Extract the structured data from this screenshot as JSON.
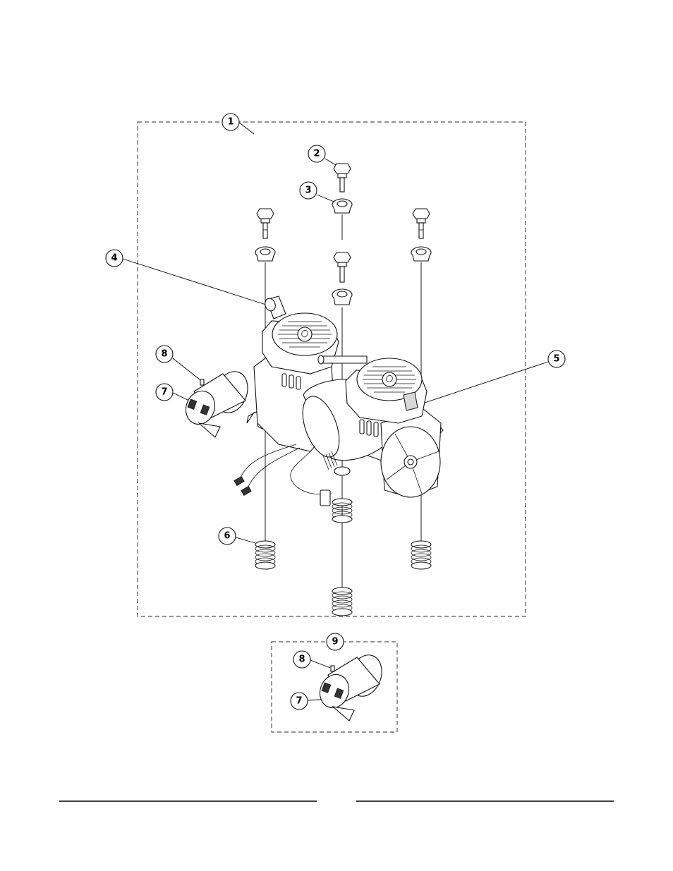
{
  "diagram": {
    "callouts": [
      {
        "id": "c1",
        "label": "1"
      },
      {
        "id": "c2",
        "label": "2"
      },
      {
        "id": "c3",
        "label": "3"
      },
      {
        "id": "c4",
        "label": "4"
      },
      {
        "id": "c5",
        "label": "5"
      },
      {
        "id": "c6",
        "label": "6"
      },
      {
        "id": "c7a",
        "label": "7"
      },
      {
        "id": "c8a",
        "label": "8"
      },
      {
        "id": "c9",
        "label": "9"
      },
      {
        "id": "c7b",
        "label": "7"
      },
      {
        "id": "c8b",
        "label": "8"
      }
    ]
  },
  "colors": {
    "line": "#000000",
    "dashed_border": "#555555",
    "background": "#ffffff"
  }
}
